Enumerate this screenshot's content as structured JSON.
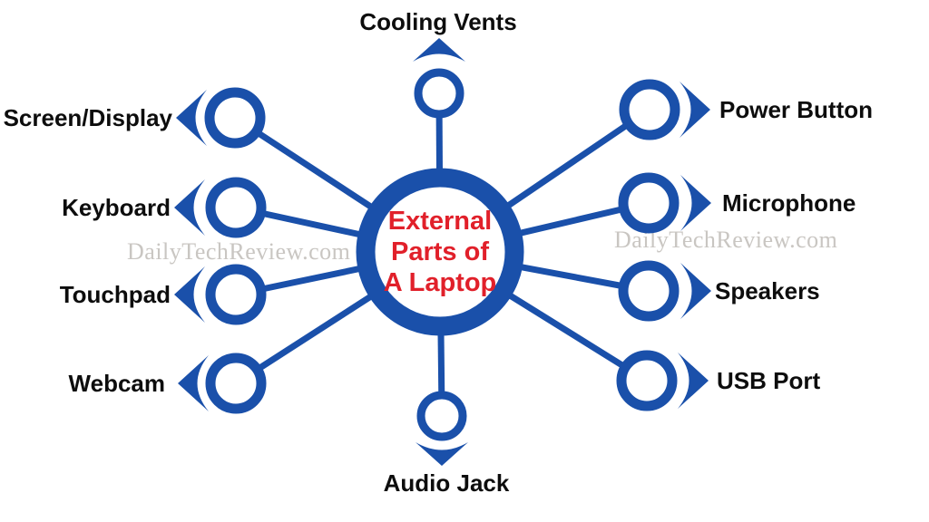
{
  "diagram": {
    "center": {
      "line1": "External",
      "line2": "Parts of",
      "line3": "A Laptop"
    },
    "nodes": {
      "cooling_vents": "Cooling Vents",
      "audio_jack": "Audio Jack",
      "screen_display": "Screen/Display",
      "keyboard": "Keyboard",
      "touchpad": "Touchpad",
      "webcam": "Webcam",
      "power_button": "Power Button",
      "microphone": "Microphone",
      "speakers": "Speakers",
      "usb_port": "USB Port"
    },
    "watermark": "DailyTechReview.com",
    "colors": {
      "accent": "#1a50aa",
      "title": "#e1202a",
      "label": "#0d0d0d",
      "watermark": "#c9c6c2",
      "bg": "#ffffff"
    }
  }
}
